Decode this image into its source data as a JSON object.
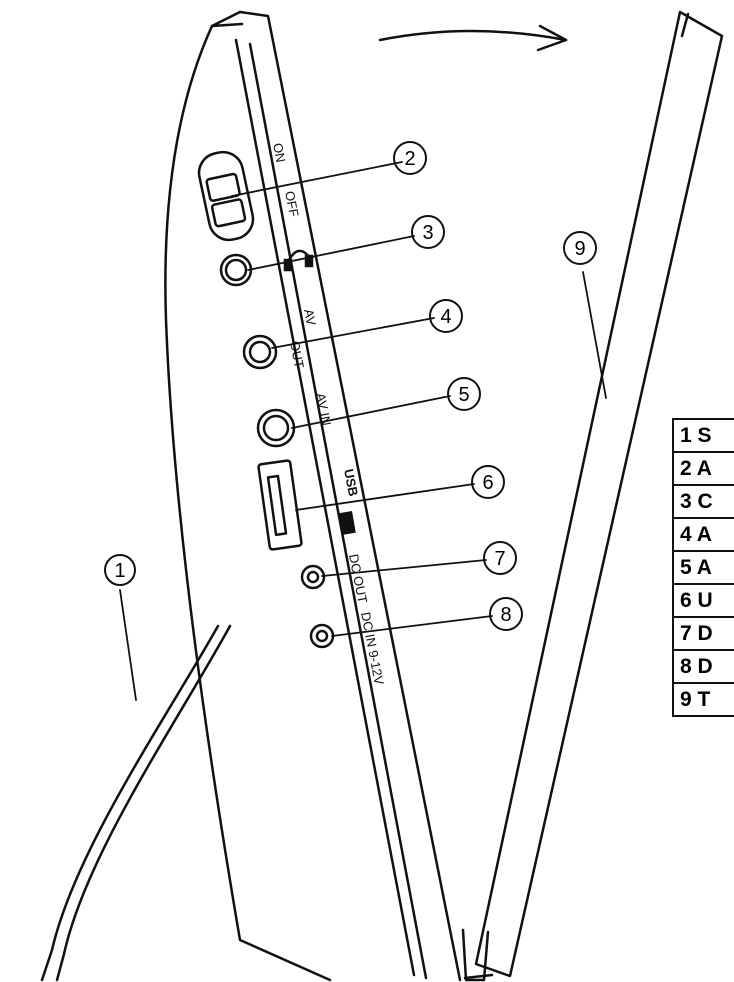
{
  "panel_labels": {
    "on": "ON",
    "off": "OFF",
    "av_out_1": "AV",
    "av_out_2": "OUT",
    "av_in": "AV IN",
    "usb": "USB",
    "dc_out": "DC OUT",
    "dc_in": "DC IN 9-12V"
  },
  "callouts": [
    "1",
    "2",
    "3",
    "4",
    "5",
    "6",
    "7",
    "8",
    "9"
  ],
  "legend": [
    {
      "num": "1",
      "text": "S"
    },
    {
      "num": "2",
      "text": "A"
    },
    {
      "num": "3",
      "text": "C"
    },
    {
      "num": "4",
      "text": "A"
    },
    {
      "num": "5",
      "text": "A"
    },
    {
      "num": "6",
      "text": "U"
    },
    {
      "num": "7",
      "text": "D"
    },
    {
      "num": "8",
      "text": "D"
    },
    {
      "num": "9",
      "text": "T"
    }
  ]
}
